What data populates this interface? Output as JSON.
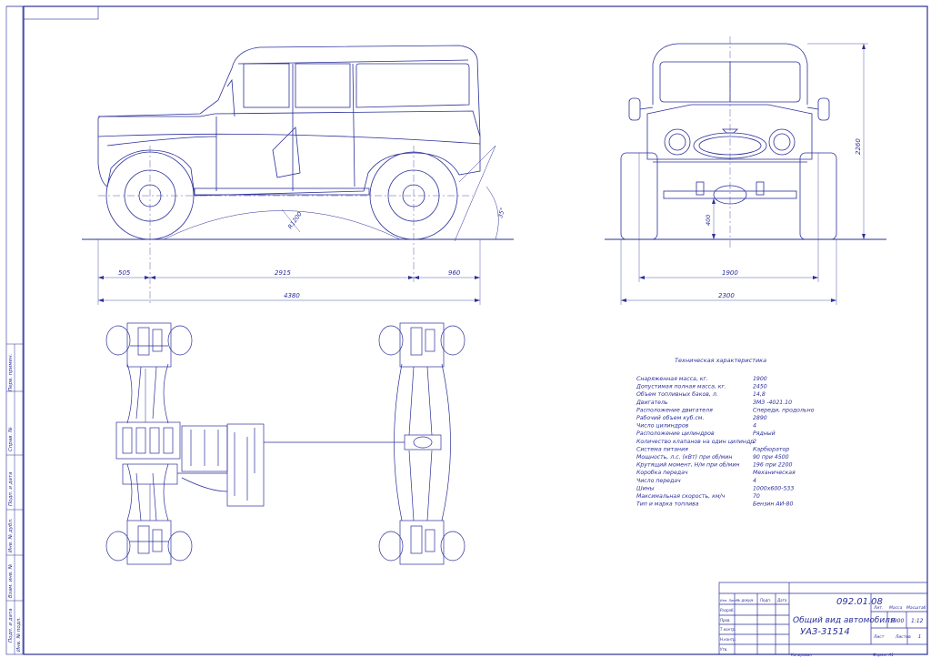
{
  "drawing": {
    "ink_color": "#2a2f9a",
    "paper_color": "#ffffff"
  },
  "side_view": {
    "dims": {
      "front_overhang": "505",
      "wheelbase": "2915",
      "rear_overhang": "960",
      "overall_length": "4380",
      "radius": "R1200",
      "departure_angle": "35°"
    }
  },
  "front_view": {
    "dims": {
      "height": "2260",
      "ground_clearance": "400",
      "track": "1900",
      "overall_width": "2300"
    }
  },
  "specs": {
    "title": "Техническая характеристика",
    "rows": [
      {
        "name": "Снаряженная масса, кг.",
        "value": "1900"
      },
      {
        "name": "Допустимая полная масса, кг.",
        "value": "2450"
      },
      {
        "name": "Объем топливных баков, л.",
        "value": "14,8"
      },
      {
        "name": "Двигатель",
        "value": "ЗМЗ -4021.10"
      },
      {
        "name": "Расположение двигателя",
        "value": "Спереди, продольно"
      },
      {
        "name": "Рабочий объем куб.см.",
        "value": "2890"
      },
      {
        "name": "Число цилиндров",
        "value": "4"
      },
      {
        "name": "Расположение цилиндров",
        "value": "Рядный"
      },
      {
        "name": "Количество клапанов на один цилиндр",
        "value": "2"
      },
      {
        "name": "Система питания",
        "value": "Карбюратор"
      },
      {
        "name": "Мощность, л.с. (кВт) при об/мин",
        "value": "90 при 4500"
      },
      {
        "name": "Крутящий момент, Н/м при об/мин",
        "value": "196 при 2200"
      },
      {
        "name": "Коробка передач",
        "value": "Механическая"
      },
      {
        "name": "Число передач",
        "value": "4"
      },
      {
        "name": "Шины",
        "value": "1000х600-533"
      },
      {
        "name": "Максимальная скорость, км/ч",
        "value": "70"
      },
      {
        "name": "Тип и марка топлива",
        "value": "Бензин АИ-80"
      }
    ]
  },
  "title_block": {
    "doc_number": "092.01.08",
    "title_line1": "Общий вид автомобиля",
    "title_line2": "УАЗ-31514",
    "col_lit": "Лит.",
    "col_mass": "Масса",
    "col_scale": "Масштаб",
    "mass_value": "1900",
    "scale_value": "1:12",
    "sheet_label": "Лист",
    "sheets_label": "Листов",
    "sheets_value": "1",
    "row_izm": "Изм. Лист",
    "row_ndokum": "№ докум.",
    "row_podp": "Подп.",
    "row_data": "Дата",
    "role_razrab": "Разраб.",
    "role_prov": "Пров.",
    "role_tkontr": "Т.контр.",
    "role_nkontr": "Н.контр.",
    "role_utv": "Утв.",
    "copied": "Копировал",
    "format": "Формат А1"
  },
  "left_margin_labels": [
    "Перв. примен.",
    "Справ. №",
    "Подп. и дата",
    "Инв. № дубл.",
    "Взам. инв. №",
    "Подп. и дата",
    "Инв. № подл."
  ]
}
